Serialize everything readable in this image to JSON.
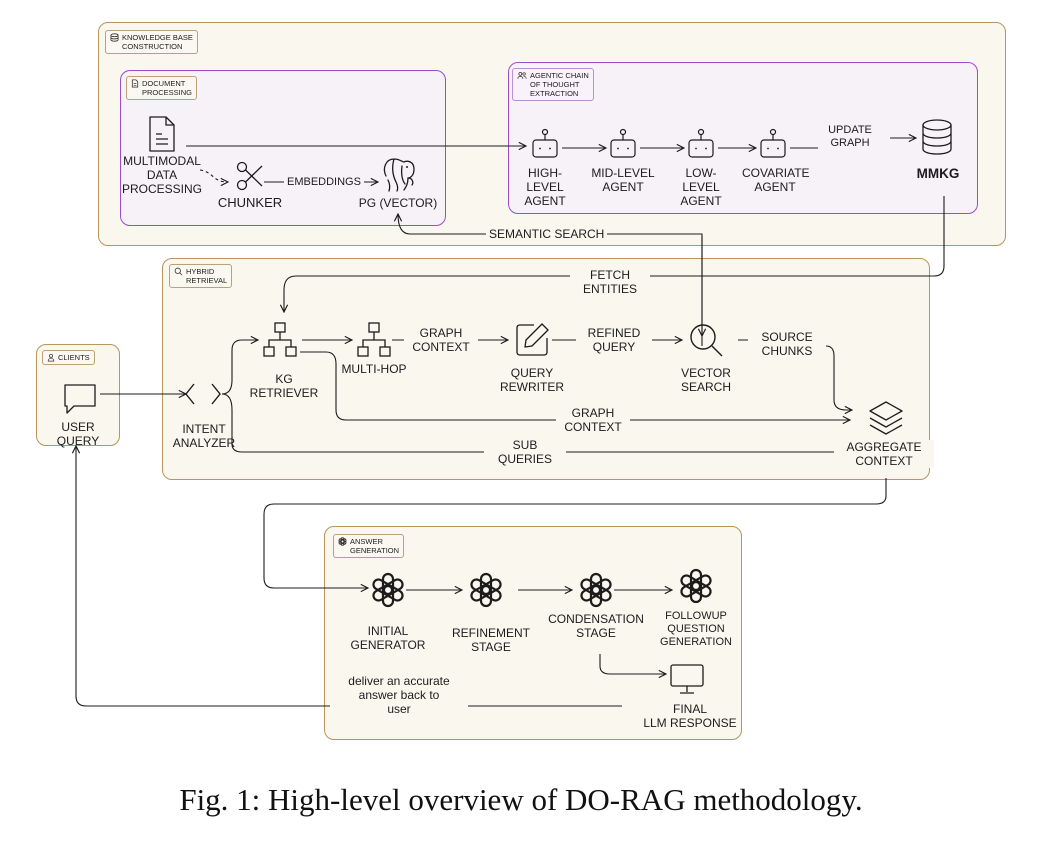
{
  "groups": {
    "knowledge_base": "KNOWLEDGE BASE\nCONSTRUCTION",
    "document_processing": "DOCUMENT\nPROCESSING",
    "agentic_chain": "AGENTIC CHAIN\nOF THOUGHT\nEXTRACTION",
    "hybrid_retrieval": "HYBRID\nRETRIEVAL",
    "clients": "CLIENTS",
    "answer_generation": "ANSWER\nGENERATION"
  },
  "nodes": {
    "multimodal": "MULTIMODAL\nDATA\nPROCESSING",
    "chunker": "CHUNKER",
    "pg_vector": "PG (VECTOR)",
    "high_level_agent": "HIGH-LEVEL\nAGENT",
    "mid_level_agent": "MID-LEVEL\nAGENT",
    "low_level_agent": "LOW-LEVEL\nAGENT",
    "covariate_agent": "COVARIATE\nAGENT",
    "mmkg": "MMKG",
    "user_query": "USER QUERY",
    "intent_analyzer": "INTENT\nANALYZER",
    "kg_retriever": "KG\nRETRIEVER",
    "multi_hop": "MULTI-HOP",
    "query_rewriter": "QUERY\nREWRITER",
    "vector_search": "VECTOR\nSEARCH",
    "aggregate_context": "AGGREGATE\nCONTEXT",
    "initial_generator": "INITIAL\nGENERATOR",
    "refinement_stage": "REFINEMENT\nSTAGE",
    "condensation_stage": "CONDENSATION\nSTAGE",
    "followup": "FOLLOWUP\nQUESTION\nGENERATION",
    "final_response": "FINAL\nLLM RESPONSE"
  },
  "edges": {
    "embeddings": "EMBEDDINGS",
    "update_graph": "UPDATE\nGRAPH",
    "semantic_search": "SEMANTIC SEARCH",
    "fetch_entities": "FETCH\nENTITIES",
    "graph_context_top": "GRAPH\nCONTEXT",
    "refined_query": "REFINED\nQUERY",
    "source_chunks": "SOURCE\nCHUNKS",
    "graph_context_bottom": "GRAPH\nCONTEXT",
    "sub_queries": "SUB\nQUERIES",
    "deliver": "deliver an accurate\nanswer back to\nuser"
  },
  "caption": "Fig. 1: High-level overview of DO-RAG methodology.",
  "colors": {
    "gold_border": "#b7955c",
    "purple_border": "#9b4fc4",
    "gold_fill": "#faf7ef",
    "purple_fill": "#f7f1f8",
    "stroke": "#1c1c1c"
  },
  "icons": [
    "document-icon",
    "scissors-icon",
    "elephant-icon",
    "robot-icon",
    "database-icon",
    "chat-bubble-icon",
    "code-brackets-icon",
    "hierarchy-icon",
    "pencil-square-icon",
    "magnifier-icon",
    "layers-icon",
    "openai-logo-icon",
    "monitor-icon"
  ]
}
